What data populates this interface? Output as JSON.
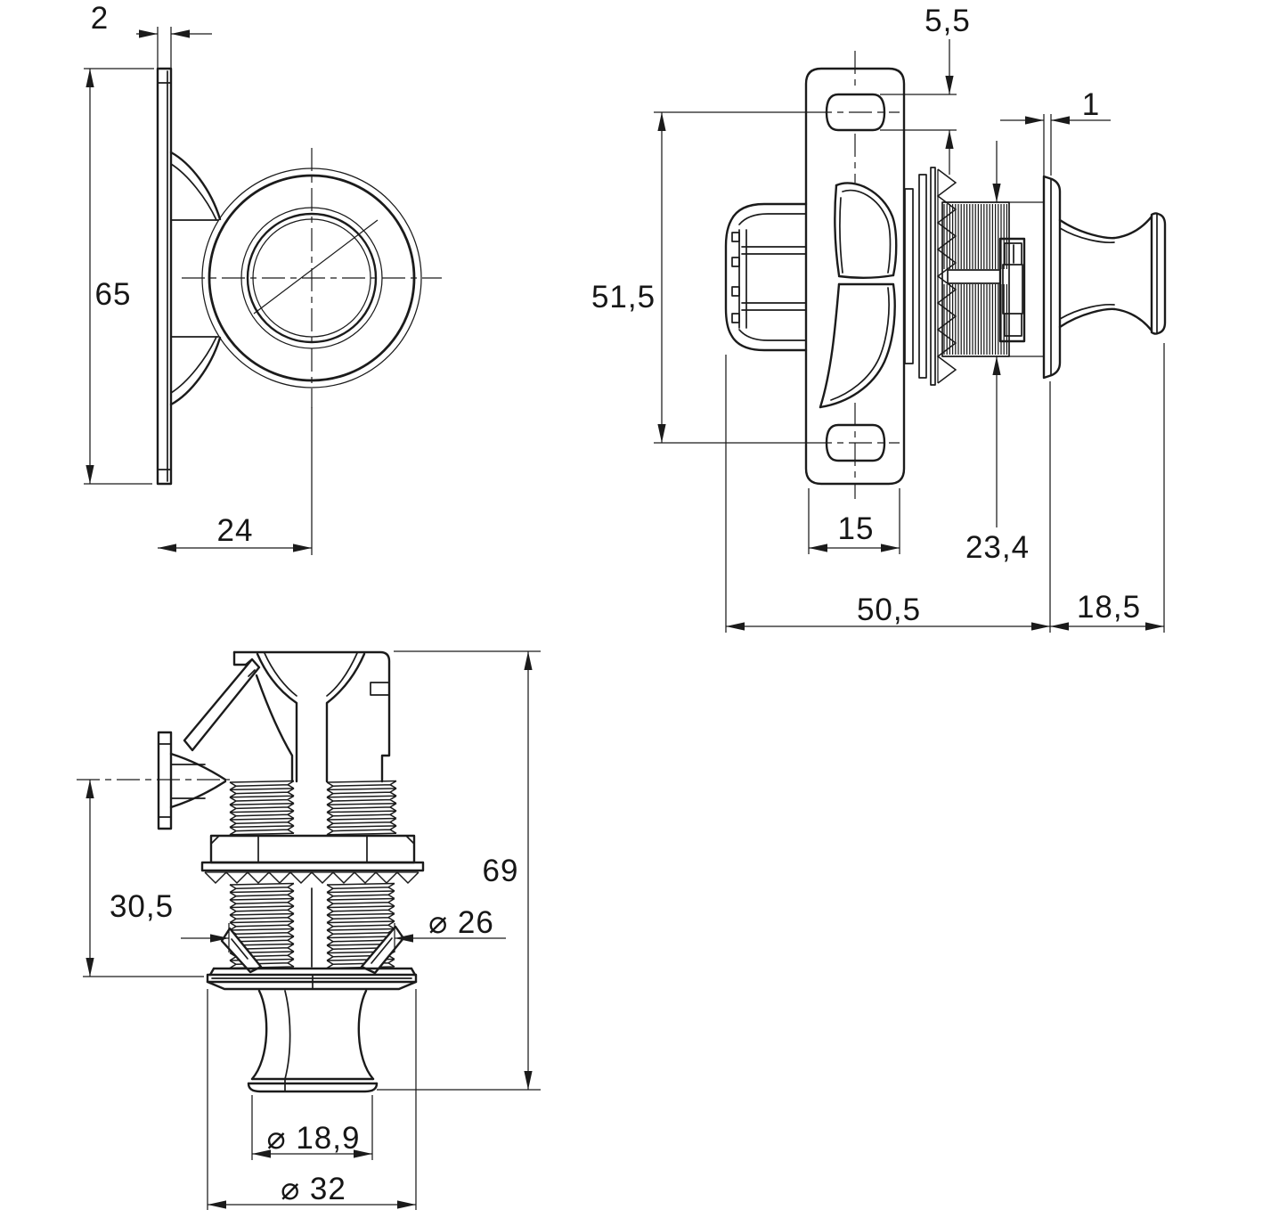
{
  "colors": {
    "line_color": "#1b1b1b",
    "background": "#ffffff"
  },
  "dimensions": {
    "plate_thickness": "2",
    "plate_height": "65",
    "knob_center_offset": "24",
    "slot_height": "5,5",
    "spacer_thickness": "1",
    "hole_spacing": "51,5",
    "plate_width": "15",
    "thread_length": "23,4",
    "housing_length": "50,5",
    "knob_length": "18,5",
    "mount_depth": "30,5",
    "overall_height": "69",
    "thread_diameter": "⌀ 26",
    "knob_waist_diameter": "⌀ 18,9",
    "knob_diameter": "⌀ 32"
  }
}
